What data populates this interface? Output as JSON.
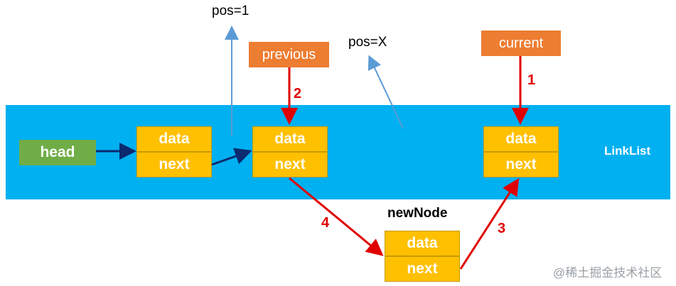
{
  "labels": {
    "pos_1": "pos=1",
    "pos_x": "pos=X",
    "new_node": "newNode",
    "link_list": "LinkList",
    "watermark": "@稀土掘金技术社区"
  },
  "pointers": {
    "head": "head",
    "previous": "previous",
    "current": "current"
  },
  "nodes": {
    "node1": {
      "data": "data",
      "next": "next"
    },
    "node2": {
      "data": "data",
      "next": "next"
    },
    "node3": {
      "data": "data",
      "next": "next"
    },
    "new_node": {
      "data": "data",
      "next": "next"
    }
  },
  "steps": {
    "step1": "1",
    "step2": "2",
    "step3": "3",
    "step4": "4"
  },
  "colors": {
    "band": "#00B0F0",
    "node_fill": "#FFC000",
    "head_fill": "#70AD47",
    "pointer_fill": "#ED7D31",
    "step_arrow": "#E00000",
    "link_arrow": "#0B2A6F",
    "pos_arrow": "#5B9BD5"
  }
}
